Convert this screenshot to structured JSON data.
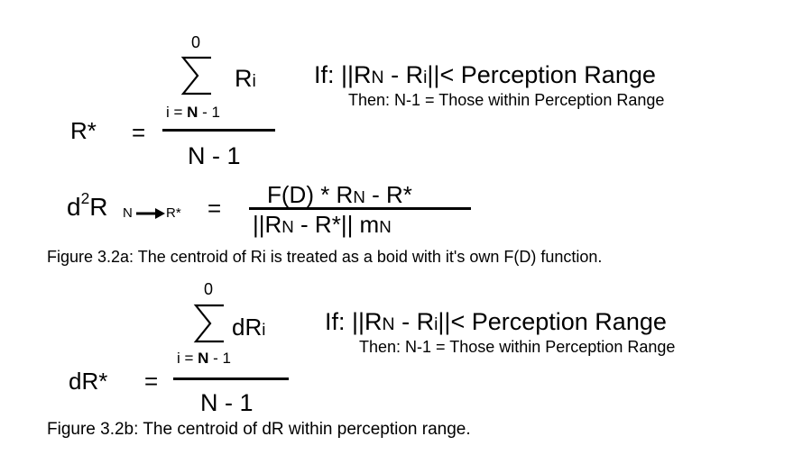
{
  "eq1": {
    "sum_upper": "0",
    "sum_term_base": "R",
    "sum_term_sub": "i",
    "sum_lower_prefix": "i = ",
    "sum_lower_bold": "N",
    "sum_lower_suffix": " - 1",
    "lhs": "R*",
    "equals": "=",
    "denominator": "N - 1"
  },
  "cond1": {
    "if_prefix": "If: ||R",
    "if_sub_n": "N",
    "if_mid": "  - R",
    "if_sub_i": "i",
    "if_suffix": "||< Perception Range",
    "then": "Then: N-1 = Those within Perception Range"
  },
  "eq2": {
    "lhs_d": "d",
    "lhs_sup": "2",
    "lhs_r": "R",
    "lhs_sub_n": "N",
    "lhs_sub_target": "R*",
    "equals": "=",
    "num_prefix": "F(D)  * R",
    "num_sub": "N",
    "num_suffix": "  -  R*",
    "den_prefix": "||R",
    "den_sub": "N",
    "den_mid": "  -  R*||  m",
    "den_sub2": "N"
  },
  "caption_a": "Figure 3.2a:  The centroid of Ri is treated as a boid with it's own F(D) function.",
  "eq3": {
    "sum_upper": "0",
    "sum_term_base": "dR",
    "sum_term_sub": "i",
    "sum_lower_prefix": "i = ",
    "sum_lower_bold": "N",
    "sum_lower_suffix": " - 1",
    "lhs": "dR*",
    "equals": "=",
    "denominator": "N - 1"
  },
  "cond2": {
    "if_prefix": "If: ||R",
    "if_sub_n": "N",
    "if_mid": "  - R",
    "if_sub_i": "i",
    "if_suffix": "||< Perception Range",
    "then": "Then: N-1 = Those within Perception Range"
  },
  "caption_b": "Figure 3.2b:  The centroid of dR within perception range."
}
